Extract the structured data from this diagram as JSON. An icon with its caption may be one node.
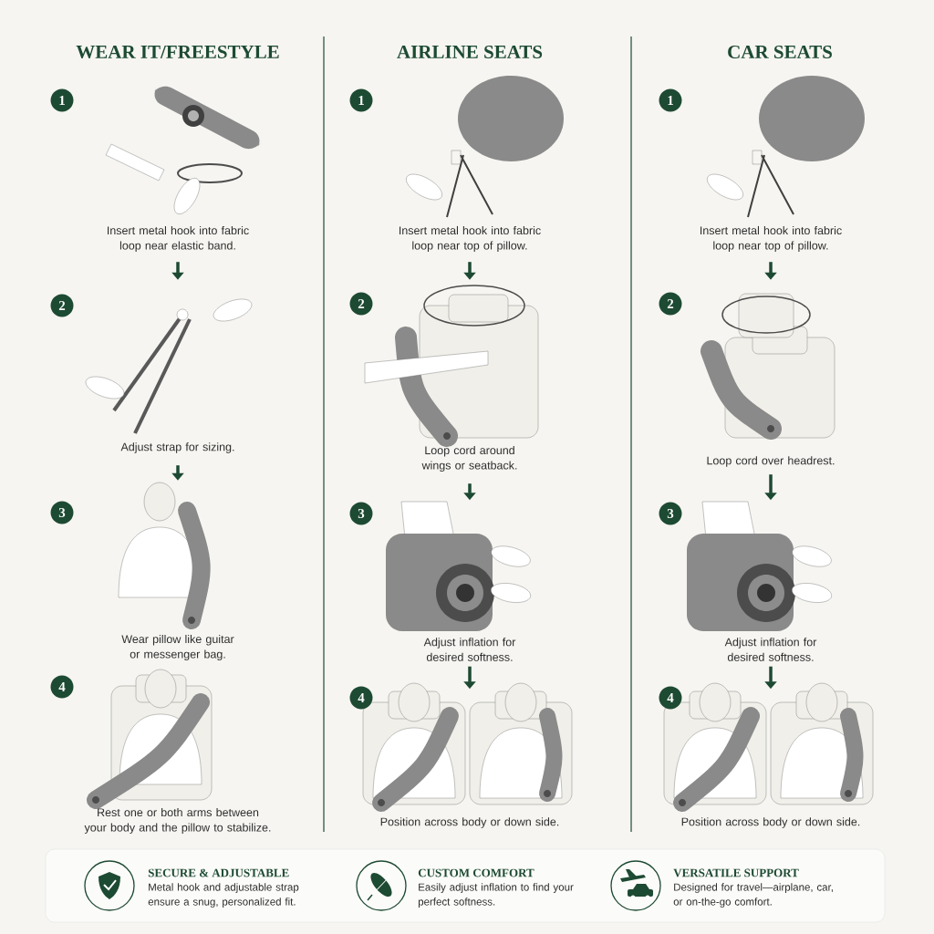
{
  "diagram": {
    "nodes": [
      {
        "text": [
          "1",
          "Insert metal hook into fabric loop near elastic band."
        ]
      },
      {
        "text": [
          "2",
          "Adjust strap for sizing."
        ]
      },
      {
        "text": [
          "3",
          "Wear pillow like guitar or messenger bag."
        ]
      },
      {
        "text": [
          "4",
          "Rest one or both arms between your body and the pillow to stabilize."
        ]
      },
      {
        "text": [
          "1",
          "Insert metal hook into fabric loop near top of pillow."
        ]
      },
      {
        "text": [
          "2",
          "Loop cord around wings or seatback."
        ]
      },
      {
        "text": [
          "3",
          "Adjust inflation for desired softness."
        ]
      },
      {
        "text": [
          "4",
          "Position across body or down side."
        ]
      },
      {
        "text": [
          "1",
          "Insert metal hook into fabric loop near top of pillow."
        ]
      },
      {
        "text": [
          "2",
          "Loop cord over headrest."
        ]
      },
      {
        "text": [
          "3",
          "Adjust inflation for desired softness."
        ]
      },
      {
        "text": [
          "4",
          "Position across body or down side."
        ]
      },
      {
        "text": [],
        "shape": "box"
      },
      {
        "text": [
          "SECURE & ADJUSTABLE",
          "Metal hook and adjustable strap ensure a snug, personalized fit."
        ],
        "in": 12
      },
      {
        "text": [
          "CUSTOM COMFORT",
          "Easily adjust inflation to find your perfect softness."
        ],
        "in": 12
      },
      {
        "text": [
          "VERSATILE SUPPORT",
          "Designed for travel—airplane, car, or on-the-go comfort."
        ],
        "in": 12
      }
    ],
    "edges": [
      {
        "from": 0,
        "to": 1,
        "arrow": "to"
      },
      {
        "from": 1,
        "to": 2,
        "arrow": "to"
      },
      {
        "from": 4,
        "to": 5,
        "arrow": "to"
      },
      {
        "from": 5,
        "to": 6,
        "arrow": "to"
      },
      {
        "from": 6,
        "to": 7,
        "arrow": "to"
      },
      {
        "from": 8,
        "to": 9,
        "arrow": "to"
      },
      {
        "from": 9,
        "to": 10,
        "arrow": "to"
      },
      {
        "from": 10,
        "to": 11,
        "arrow": "to"
      }
    ],
    "labels": [
      "WEAR IT/FREESTYLE",
      "AIRLINE SEATS",
      "CAR SEATS"
    ]
  }
}
